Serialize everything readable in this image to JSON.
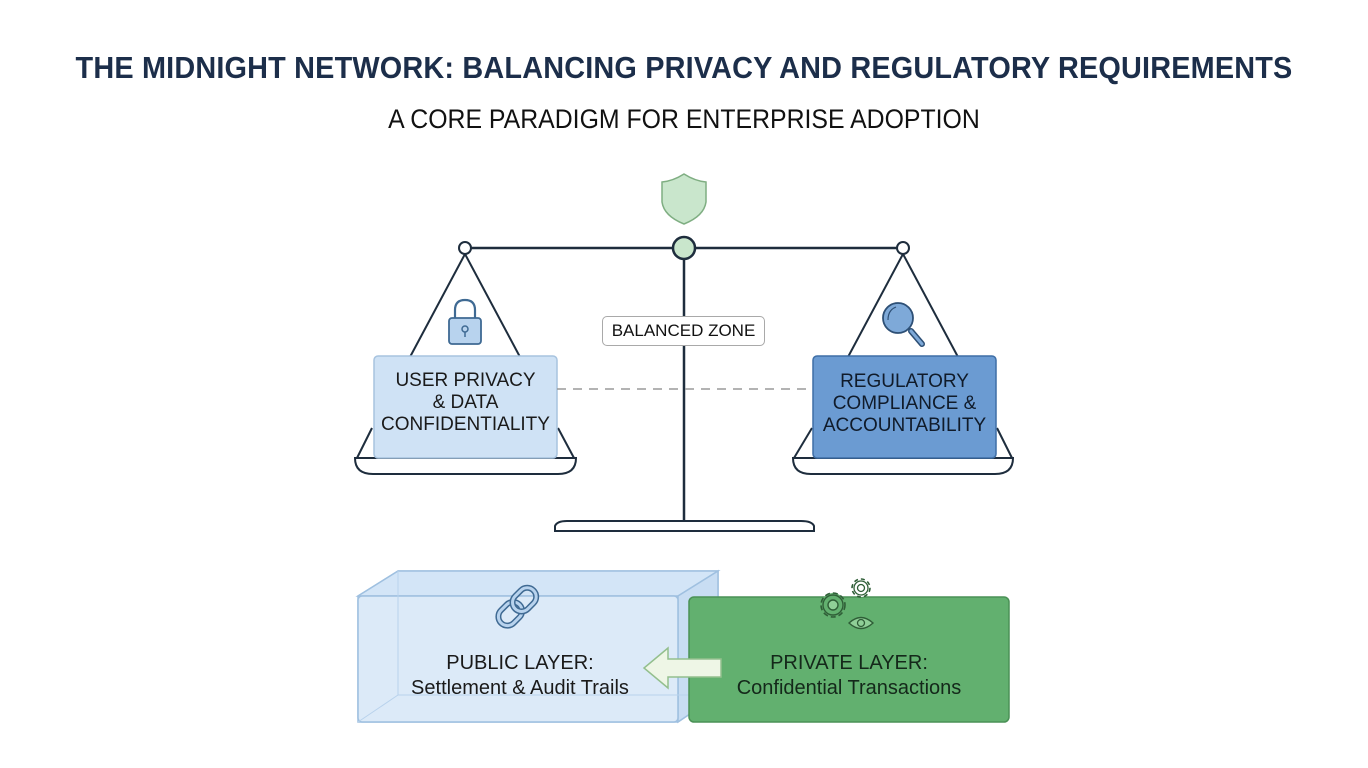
{
  "header": {
    "title": "THE MIDNIGHT NETWORK: BALANCING PRIVACY AND REGULATORY REQUIREMENTS",
    "subtitle": "A CORE PARADIGM FOR ENTERPRISE ADOPTION"
  },
  "scale": {
    "top_icon": "shield-icon",
    "center_label": "BALANCED ZONE",
    "left_pan": {
      "icon": "lock-icon",
      "lines": [
        "USER PRIVACY",
        "& DATA",
        "CONFIDENTIALITY"
      ]
    },
    "right_pan": {
      "icon": "magnifier-icon",
      "lines": [
        "REGULATORY",
        "COMPLIANCE &",
        "ACCOUNTABILITY"
      ]
    }
  },
  "layers": {
    "public": {
      "icon": "chain-link-icon",
      "title": "PUBLIC LAYER:",
      "subtitle": "Settlement & Audit Trails"
    },
    "private": {
      "icon": "gears-eye-icon",
      "title": "PRIVATE LAYER:",
      "subtitle": "Confidential Transactions"
    },
    "flow": "arrow from private layer to public layer"
  },
  "colors": {
    "title": "#1c2e4a",
    "line": "#1e2d3d",
    "privacy_box": "#cfe2f5",
    "compliance_box": "#6b9bd2",
    "shield": "#c9e6cc",
    "public_layer": "#dbe9f7",
    "private_layer": "#62b06f"
  }
}
